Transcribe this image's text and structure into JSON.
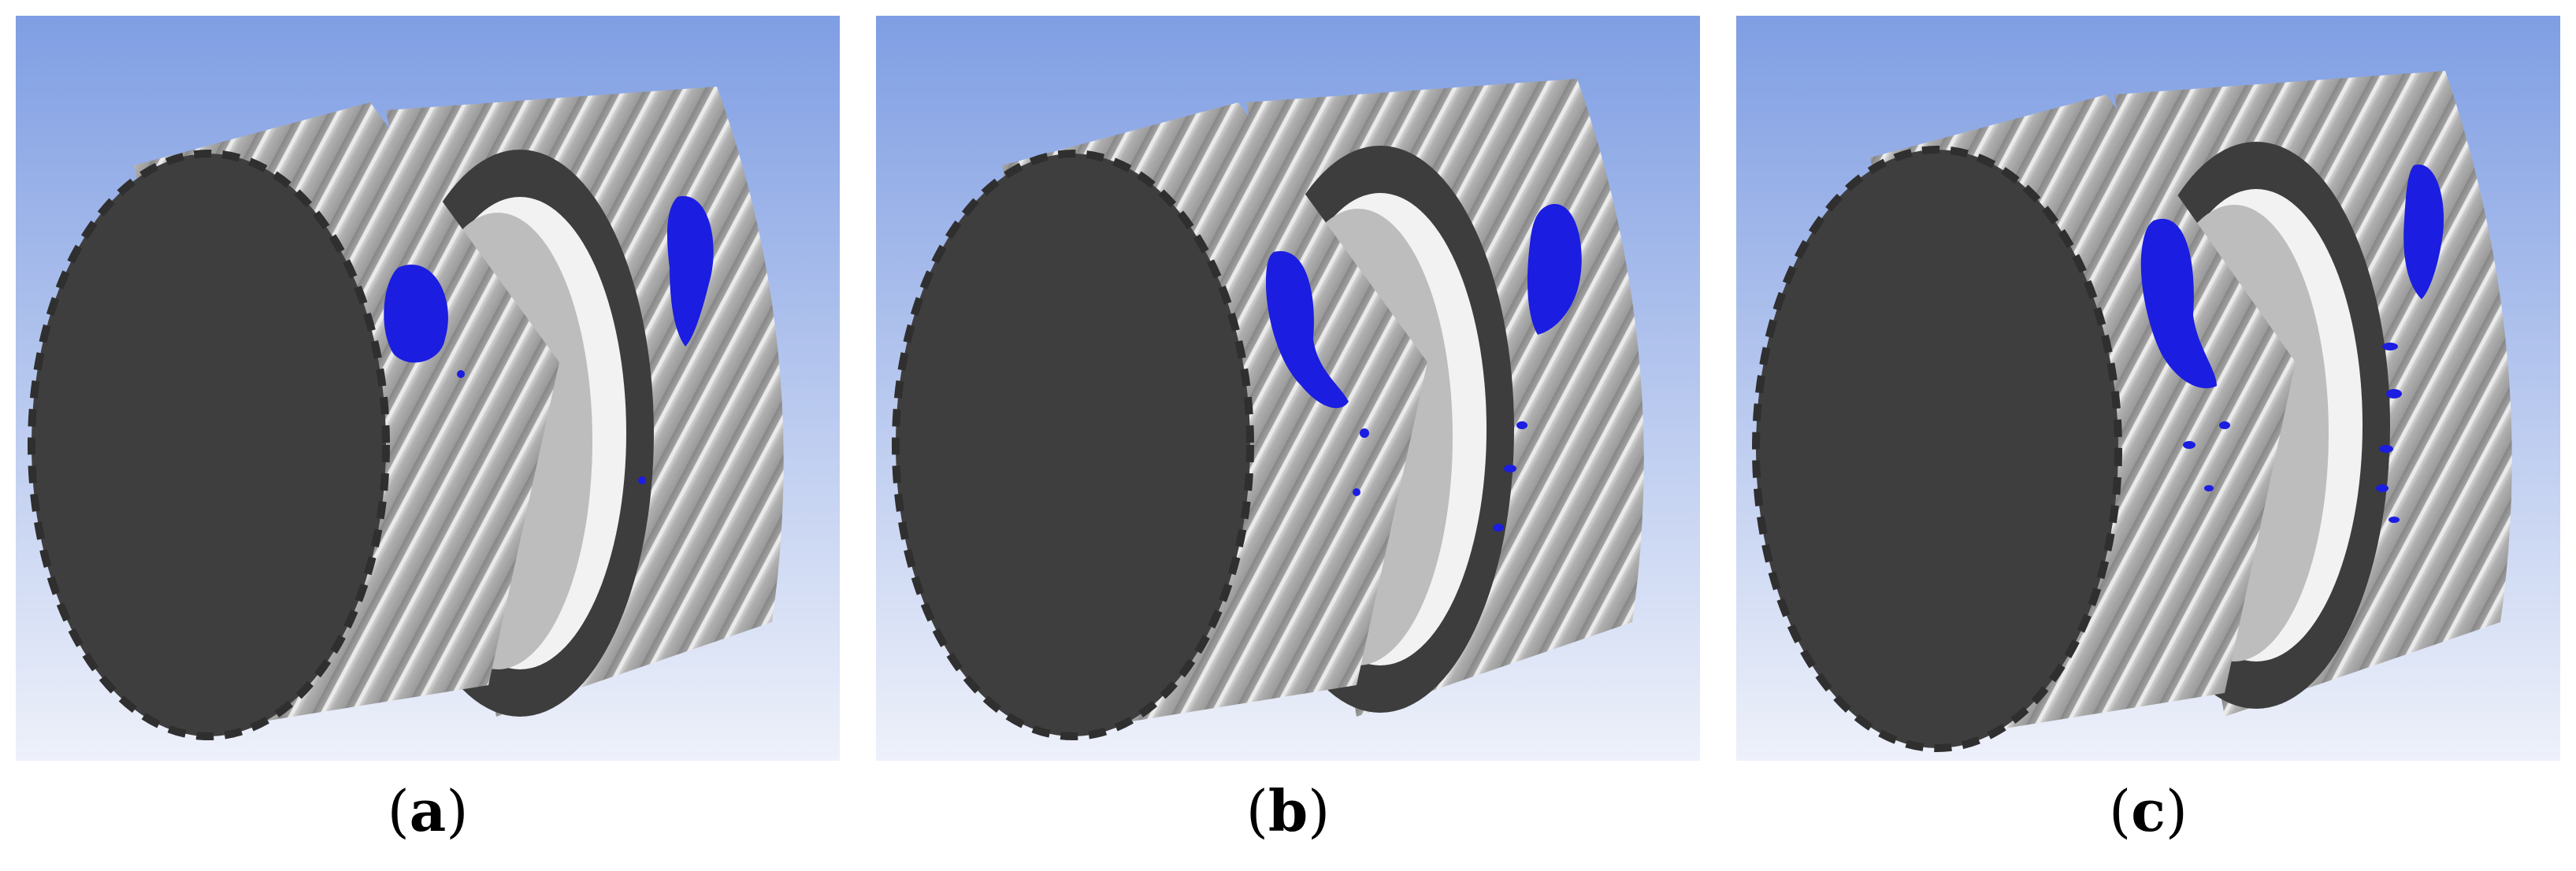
{
  "figure": {
    "panels": [
      {
        "id": "a",
        "letter": "a",
        "colors": {
          "sky_top": "#7f9ee3",
          "sky_bottom": "#eef1fa"
        },
        "blobs": "small"
      },
      {
        "id": "b",
        "letter": "b",
        "colors": {
          "sky_top": "#7f9ee3",
          "sky_bottom": "#eef1fa"
        },
        "blobs": "medium"
      },
      {
        "id": "c",
        "letter": "c",
        "colors": {
          "sky_top": "#7f9ee3",
          "sky_bottom": "#eef1fa"
        },
        "blobs": "large"
      }
    ],
    "colors": {
      "gear_face": "#3e3e3e",
      "gear_teeth_light": "#d9d9d9",
      "gear_teeth_mid": "#b8b8b8",
      "gear_teeth_dark": "#8e8e8e",
      "fluid_blue": "#1b1de0"
    },
    "icons": [
      "helical-gear-pair-render",
      "fluid-isosurface"
    ]
  }
}
